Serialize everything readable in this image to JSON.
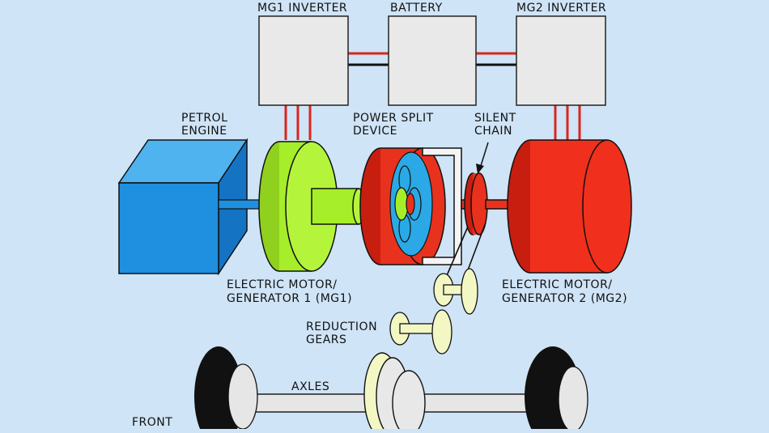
{
  "labels": {
    "mg1_inverter": "MG1 INVERTER",
    "battery": "BATTERY",
    "mg2_inverter": "MG2 INVERTER",
    "petrol_engine_1": "PETROL",
    "petrol_engine_2": "ENGINE",
    "power_split_1": "POWER SPLIT",
    "power_split_2": "DEVICE",
    "silent_chain_1": "SILENT",
    "silent_chain_2": "CHAIN",
    "mg1_1": "ELECTRIC MOTOR/",
    "mg1_2": "GENERATOR 1 (MG1)",
    "mg2_1": "ELECTRIC MOTOR/",
    "mg2_2": "GENERATOR 2 (MG2)",
    "reduction_1": "REDUCTION",
    "reduction_2": "GEARS",
    "axles": "AXLES",
    "front": "FRONT"
  },
  "colors": {
    "background": "#cfe4f6",
    "inverter_box": "#e9e9e9",
    "engine": "#1f8fe0",
    "mg1": "#a6ee2a",
    "power_split": "#e8321e",
    "planetary": "#2aa9e6",
    "mg2": "#f0301c",
    "gear": "#f3f7c4",
    "wire_red": "#d9261c",
    "wheel": "#111111",
    "axle": "#e6e6e6"
  }
}
